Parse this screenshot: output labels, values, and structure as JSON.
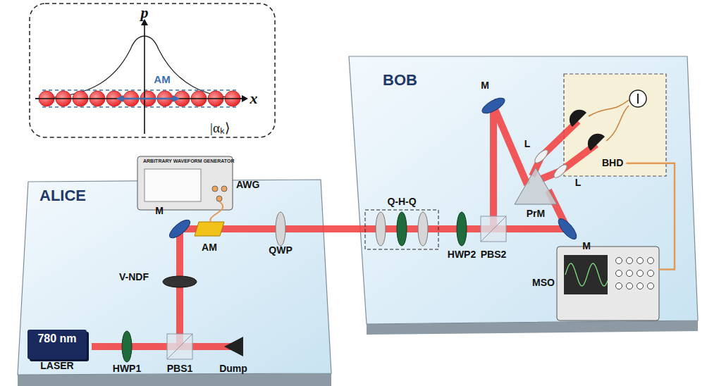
{
  "diagram": {
    "nodes": [
      {
        "text": [
          "ARBITRARY WAVEFORM GENERATOR",
          "AWG"
        ]
      },
      {
        "text": [
          "ALICE"
        ]
      },
      {
        "text": [
          "780 nm",
          "LASER"
        ],
        "in": 1
      },
      {
        "text": [
          "BOB"
        ]
      },
      {
        "text": [
          "BHD"
        ],
        "in": 3
      },
      {
        "text": [
          "MSO"
        ],
        "in": 3
      }
    ],
    "edges": [
      {
        "from": 4,
        "to": 5,
        "arrow": "none"
      }
    ],
    "labels": [
      "p",
      "x",
      "AM",
      "|αₖ⟩",
      "M",
      "AM",
      "QWP",
      "V-NDF",
      "HWP1",
      "PBS1",
      "Dump",
      "Q-H-Q",
      "HWP2",
      "PBS2",
      "M",
      "M",
      "L",
      "L",
      "PrM"
    ]
  }
}
